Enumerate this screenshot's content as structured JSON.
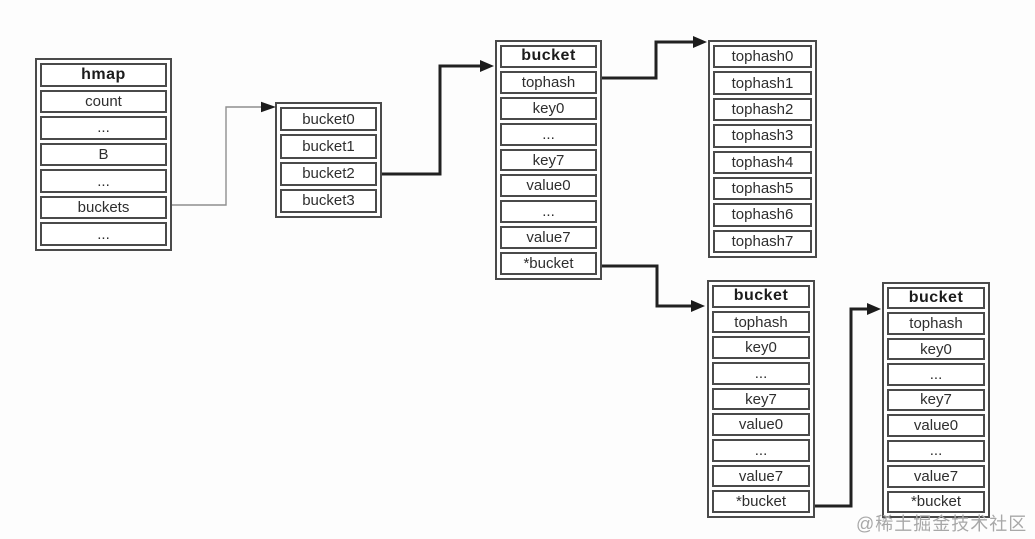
{
  "colors": {
    "table_border": "#4a4a4a",
    "text": "#2e2e2e",
    "arrow": "#212121",
    "thin_arrow": "#8f8f8f",
    "watermark": "#a8a8a8",
    "background": "#fdfdfd"
  },
  "tables": {
    "hmap": {
      "header": "hmap",
      "rows": [
        "count",
        "...",
        "B",
        "...",
        "buckets",
        "..."
      ]
    },
    "bucket_array": {
      "rows": [
        "bucket0",
        "bucket1",
        "bucket2",
        "bucket3"
      ]
    },
    "bucket_top": {
      "header": "bucket",
      "rows": [
        "tophash",
        "key0",
        "...",
        "key7",
        "value0",
        "...",
        "value7",
        "*bucket"
      ]
    },
    "tophash_list": {
      "rows": [
        "tophash0",
        "tophash1",
        "tophash2",
        "tophash3",
        "tophash4",
        "tophash5",
        "tophash6",
        "tophash7"
      ]
    },
    "bucket_overflow1": {
      "header": "bucket",
      "rows": [
        "tophash",
        "key0",
        "...",
        "key7",
        "value0",
        "...",
        "value7",
        "*bucket"
      ]
    },
    "bucket_overflow2": {
      "header": "bucket",
      "rows": [
        "tophash",
        "key0",
        "...",
        "key7",
        "value0",
        "...",
        "value7",
        "*bucket"
      ]
    }
  },
  "connectors": [
    {
      "from": "hmap.buckets",
      "to": "bucket_array"
    },
    {
      "from": "bucket_array.bucket2",
      "to": "bucket_top"
    },
    {
      "from": "bucket_top.tophash",
      "to": "tophash_list"
    },
    {
      "from": "bucket_top.*bucket",
      "to": "bucket_overflow1"
    },
    {
      "from": "bucket_overflow1.*bucket",
      "to": "bucket_overflow2"
    }
  ],
  "watermark": "@稀土掘金技术社区"
}
